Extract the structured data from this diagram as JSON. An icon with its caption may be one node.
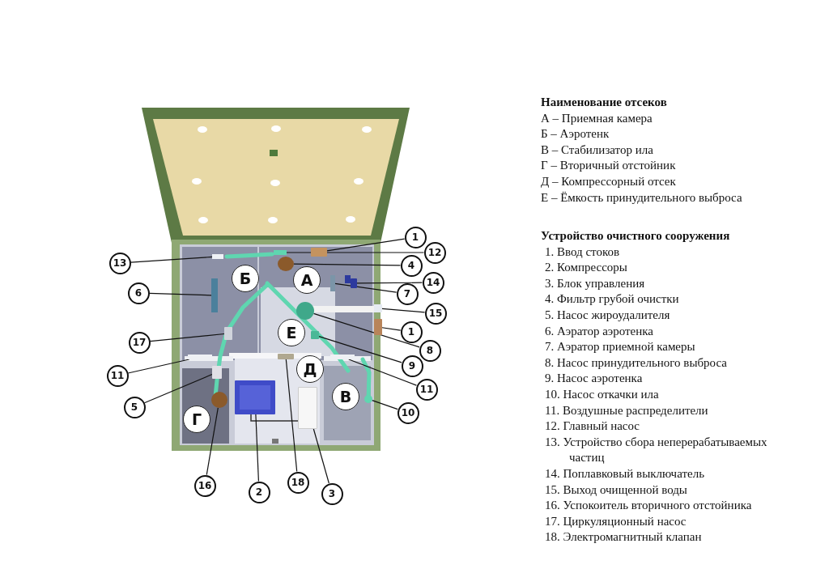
{
  "diagram": {
    "nodes": [
      {
        "text": [
          "1"
        ]
      },
      {
        "text": [
          "12"
        ]
      },
      {
        "text": [
          "13"
        ]
      },
      {
        "text": [
          "4"
        ]
      },
      {
        "text": [
          "14"
        ]
      },
      {
        "text": [
          "6"
        ]
      },
      {
        "text": [
          "7"
        ]
      },
      {
        "text": [
          "15"
        ]
      },
      {
        "text": [
          "1"
        ]
      },
      {
        "text": [
          "17"
        ]
      },
      {
        "text": [
          "8"
        ]
      },
      {
        "text": [
          "9"
        ]
      },
      {
        "text": [
          "11"
        ]
      },
      {
        "text": [
          "11"
        ]
      },
      {
        "text": [
          "5"
        ]
      },
      {
        "text": [
          "10"
        ]
      },
      {
        "text": [
          "16"
        ]
      },
      {
        "text": [
          "2"
        ]
      },
      {
        "text": [
          "18"
        ]
      },
      {
        "text": [
          "3"
        ]
      },
      {
        "text": [
          "Б"
        ]
      },
      {
        "text": [
          "А"
        ]
      },
      {
        "text": [
          "Е"
        ]
      },
      {
        "text": [
          "Д"
        ]
      },
      {
        "text": [
          "В"
        ]
      },
      {
        "text": [
          "Г"
        ]
      },
      {
        "text": [],
        "shape": "box"
      },
      {
        "text": [],
        "shape": "bar"
      },
      {
        "text": [],
        "shape": "bar"
      },
      {
        "text": [],
        "shape": "circle"
      },
      {
        "text": [],
        "shape": "box"
      },
      {
        "text": [],
        "shape": "bar"
      },
      {
        "text": [],
        "shape": "bar"
      },
      {
        "text": [],
        "shape": "bar"
      },
      {
        "text": [],
        "shape": "box"
      },
      {
        "text": [],
        "shape": "box"
      },
      {
        "text": [],
        "shape": "circle"
      },
      {
        "text": [],
        "shape": "box"
      },
      {
        "text": [],
        "shape": "bar"
      },
      {
        "text": [],
        "shape": "bar"
      },
      {
        "text": [],
        "shape": "box"
      },
      {
        "text": [],
        "shape": "circle"
      },
      {
        "text": [],
        "shape": "circle"
      },
      {
        "text": [],
        "shape": "box"
      },
      {
        "text": [],
        "shape": "box"
      },
      {
        "text": [],
        "shape": "box"
      }
    ],
    "edges": [
      {
        "from": 0,
        "to": 26,
        "arrow": "none"
      },
      {
        "from": 1,
        "to": 27,
        "arrow": "none"
      },
      {
        "from": 2,
        "to": 28,
        "arrow": "none"
      },
      {
        "from": 3,
        "to": 29,
        "arrow": "none"
      },
      {
        "from": 4,
        "to": 30,
        "arrow": "none"
      },
      {
        "from": 5,
        "to": 31,
        "arrow": "none"
      },
      {
        "from": 6,
        "to": 32,
        "arrow": "none"
      },
      {
        "from": 7,
        "to": 33,
        "arrow": "none"
      },
      {
        "from": 8,
        "to": 34,
        "arrow": "none"
      },
      {
        "from": 9,
        "to": 35,
        "arrow": "none"
      },
      {
        "from": 10,
        "to": 36,
        "arrow": "none"
      },
      {
        "from": 11,
        "to": 37,
        "arrow": "none"
      },
      {
        "from": 12,
        "to": 38,
        "arrow": "none"
      },
      {
        "from": 13,
        "to": 39,
        "arrow": "none"
      },
      {
        "from": 14,
        "to": 40,
        "arrow": "none"
      },
      {
        "from": 15,
        "to": 41,
        "arrow": "none"
      },
      {
        "from": 16,
        "to": 42,
        "arrow": "none"
      },
      {
        "from": 17,
        "to": 43,
        "arrow": "none"
      },
      {
        "from": 18,
        "to": 44,
        "arrow": "none"
      },
      {
        "from": 19,
        "to": 45,
        "arrow": "none"
      }
    ],
    "labels": [
      "Наименование отсеков",
      "А – Приемная камера",
      "Б – Аэротенк",
      "В – Стабилизатор ила",
      "Г – Вторичный отстойник",
      "Д – Компрессорный отсек",
      "Е – Ёмкость принудительного выброса",
      "Устройство очистного сооружения",
      "1. Ввод стоков",
      "2. Компрессоры",
      "3. Блок управления",
      "4. Фильтр грубой очистки",
      "5. Насос жироудалителя",
      "6. Аэратор аэротенка",
      "7. Аэратор приемной камеры",
      "8. Насос принудительного выброса",
      "9. Насос аэротенка",
      "10. Насос откачки ила",
      "11. Воздушные распределители",
      "12. Главный насос",
      "13. Устройство сбора неперерабатываемых частиц",
      "14. Поплавковый выключатель",
      "15. Выход очищенной воды",
      "16. Успокоитель вторичного отстойника",
      "17. Циркуляционный насос",
      "18. Электромагнитный клапан"
    ]
  }
}
